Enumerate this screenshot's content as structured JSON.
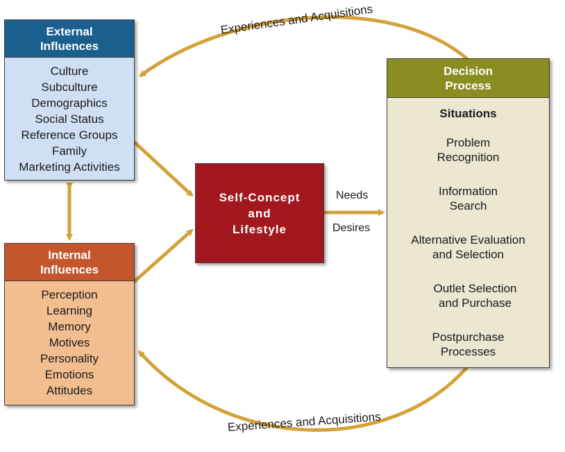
{
  "external": {
    "title_line1": "External",
    "title_line2": "Influences",
    "items": [
      "Culture",
      "Subculture",
      "Demographics",
      "Social Status",
      "Reference Groups",
      "Family",
      "Marketing Activities"
    ]
  },
  "internal": {
    "title_line1": "Internal",
    "title_line2": "Influences",
    "items": [
      "Perception",
      "Learning",
      "Memory",
      "Motives",
      "Personality",
      "Emotions",
      "Attitudes"
    ]
  },
  "self_concept": {
    "line1": "Self-Concept",
    "line2": "and",
    "line3": "Lifestyle"
  },
  "decision": {
    "title_line1": "Decision",
    "title_line2": "Process",
    "situations": "Situations",
    "steps": [
      {
        "line1": "Problem",
        "line2": "Recognition"
      },
      {
        "line1": "Information",
        "line2": "Search"
      },
      {
        "line1": "Alternative Evaluation",
        "line2": "and Selection"
      },
      {
        "line1": "Outlet Selection",
        "line2": "and Purchase"
      },
      {
        "line1": "Postpurchase",
        "line2": "Processes"
      }
    ]
  },
  "connectors": {
    "needs": "Needs",
    "desires": "Desires",
    "feedback_top": "Experiences and Acquisitions",
    "feedback_bottom": "Experiences and Acquisitions"
  },
  "colors": {
    "arrow": "#d3a23a",
    "external_header": "#1a5f8e",
    "internal_header": "#c4562e",
    "self_concept": "#a3181f",
    "decision_header": "#8a8d22"
  }
}
